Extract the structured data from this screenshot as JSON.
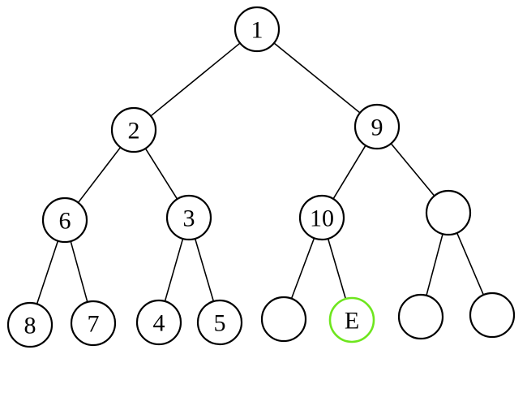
{
  "tree": {
    "nodes": [
      {
        "id": "n1",
        "label": "1"
      },
      {
        "id": "n2",
        "label": "2"
      },
      {
        "id": "n9",
        "label": "9"
      },
      {
        "id": "n6",
        "label": "6"
      },
      {
        "id": "n3",
        "label": "3"
      },
      {
        "id": "n10",
        "label": "10"
      },
      {
        "id": "nR",
        "label": ""
      },
      {
        "id": "n8",
        "label": "8"
      },
      {
        "id": "n7",
        "label": "7"
      },
      {
        "id": "n4",
        "label": "4"
      },
      {
        "id": "n5",
        "label": "5"
      },
      {
        "id": "nL1",
        "label": ""
      },
      {
        "id": "nE",
        "label": "E",
        "highlight": true
      },
      {
        "id": "nL2",
        "label": ""
      },
      {
        "id": "nL3",
        "label": ""
      }
    ],
    "edges": [
      [
        "n1",
        "n2"
      ],
      [
        "n1",
        "n9"
      ],
      [
        "n2",
        "n6"
      ],
      [
        "n2",
        "n3"
      ],
      [
        "n9",
        "n10"
      ],
      [
        "n9",
        "nR"
      ],
      [
        "n6",
        "n8"
      ],
      [
        "n6",
        "n7"
      ],
      [
        "n3",
        "n4"
      ],
      [
        "n3",
        "n5"
      ],
      [
        "n10",
        "nL1"
      ],
      [
        "n10",
        "nE"
      ],
      [
        "nR",
        "nL2"
      ],
      [
        "nR",
        "nL3"
      ]
    ],
    "colors": {
      "stroke": "#000000",
      "highlight": "#6ee61e"
    }
  }
}
